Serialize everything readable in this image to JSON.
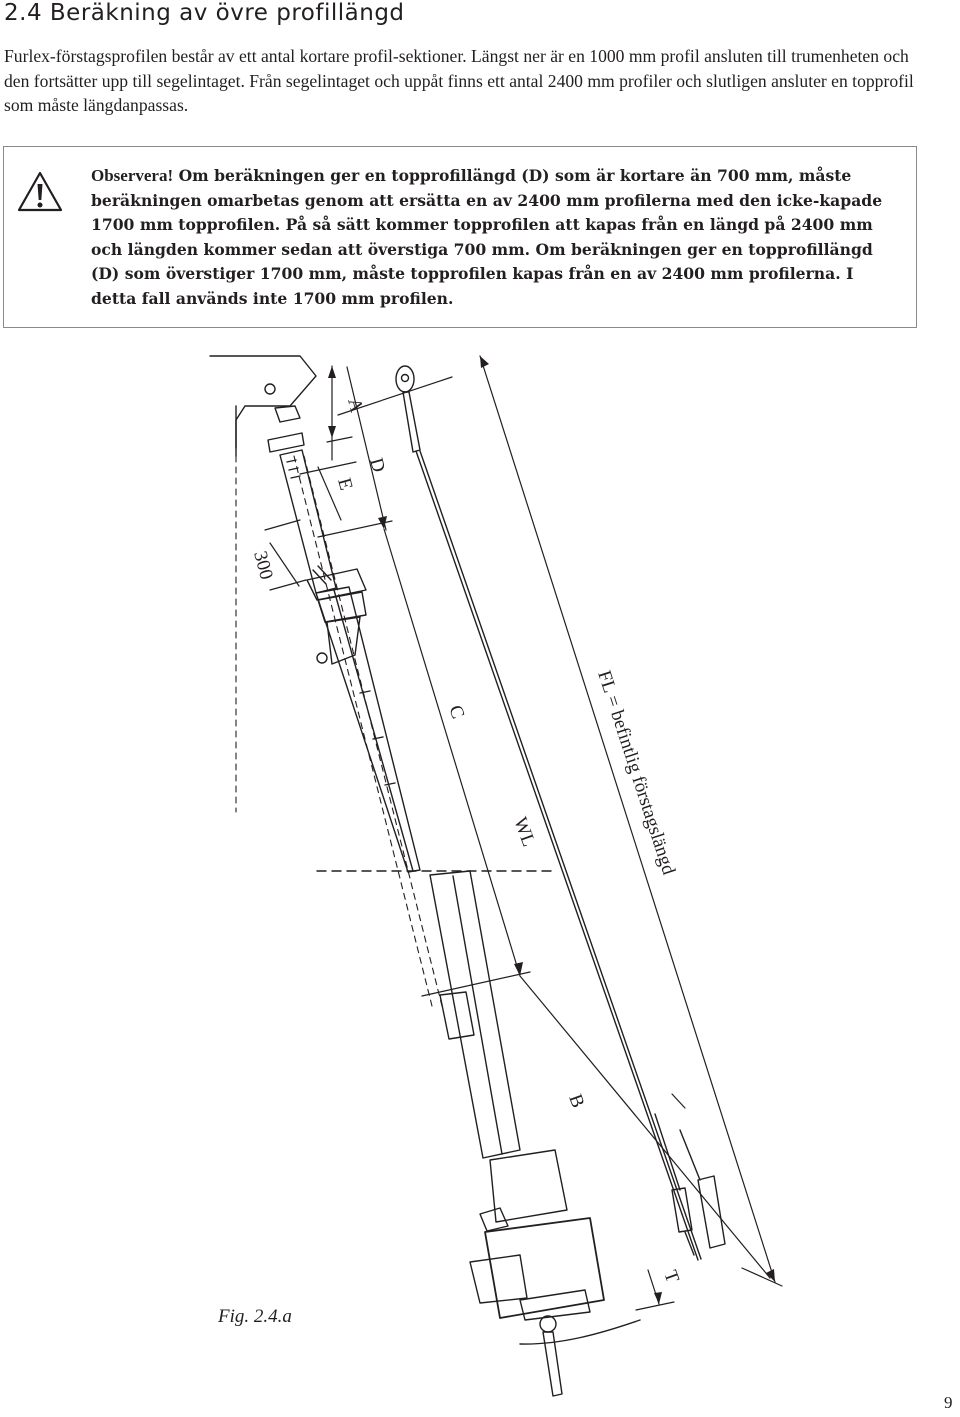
{
  "section": {
    "title": "2.4 Beräkning av övre profillängd",
    "intro": "Furlex-förstagsprofilen består av ett antal kortare profil-sektioner. Längst ner är en 1000 mm profil ansluten till trumenheten och den fortsätter upp till segelintaget. Från segelintaget och uppåt finns ett antal 2400 mm profiler och slutligen ansluter en topprofil som måste längdanpassas."
  },
  "warning": {
    "icon": "warning-triangle-icon",
    "lead": "Observera!",
    "text": "Om beräkningen ger en topprofillängd (D) som är kortare än 700 mm, måste beräkningen omarbetas genom att ersätta en av 2400 mm profilerna med den icke-kapade 1700 mm topprofilen. På så sätt kommer topprofilen att kapas från en längd på 2400 mm och längden kommer sedan att överstiga 700 mm. Om beräkningen ger en topprofillängd (D) som överstiger 1700 mm, måste topprofilen kapas från en av 2400 mm profilerna. I detta fall används inte 1700 mm profilen."
  },
  "figure": {
    "caption": "Fig. 2.4.a",
    "labels": {
      "A": "A",
      "D": "D",
      "E": "E",
      "dim300": "300",
      "C": "C",
      "WL": "WL",
      "B": "B",
      "T": "T",
      "FL": "FL = befintlig förstagslängd"
    }
  },
  "page_number": "9"
}
